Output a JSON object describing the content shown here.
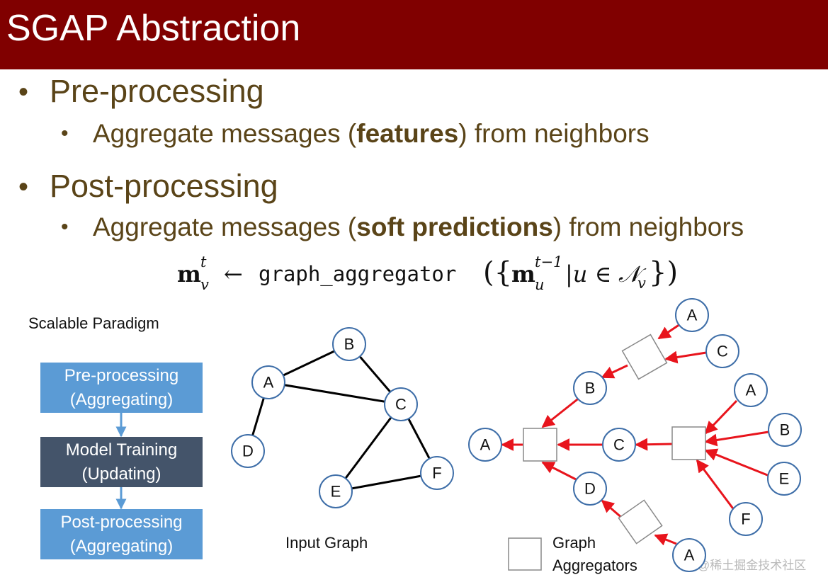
{
  "slide": {
    "title": "SGAP Abstraction",
    "bullets": [
      {
        "text": "Pre-processing",
        "sub": {
          "before": "Aggregate messages (",
          "bold": "features",
          "after": ") from neighbors"
        }
      },
      {
        "text": "Post-processing",
        "sub": {
          "before": "Aggregate messages (",
          "bold": "soft predictions",
          "after": ") from neighbors"
        }
      }
    ],
    "formula": {
      "lhs_base": "m",
      "lhs_sup": "t",
      "lhs_sub": "v",
      "arrow": "←",
      "func": "graph_aggregator",
      "open": "({",
      "arg_base": "m",
      "arg_sup": "t−1",
      "arg_sub": "u",
      "cond": "|u ∈ ",
      "set": "𝒩",
      "set_sub": "v",
      "close": "})"
    }
  },
  "paradigm": {
    "label": "Scalable Paradigm",
    "steps": [
      {
        "line1": "Pre-processing",
        "line2": "(Aggregating)",
        "color": "#5b9bd5"
      },
      {
        "line1": "Model Training",
        "line2": "(Updating)",
        "color": "#44546a"
      },
      {
        "line1": "Post-processing",
        "line2": "(Aggregating)",
        "color": "#5b9bd5"
      }
    ],
    "arrow_color": "#5b9bd5"
  },
  "input_graph": {
    "caption": "Input Graph",
    "nodes": [
      "A",
      "B",
      "C",
      "D",
      "E",
      "F"
    ]
  },
  "aggregation_tree": {
    "legend_line1": "Graph",
    "legend_line2": "Aggregators",
    "root": "A",
    "level1": [
      "B",
      "C",
      "D"
    ],
    "b_children": [
      "A",
      "C"
    ],
    "c_children": [
      "A",
      "B",
      "E",
      "F"
    ],
    "d_children": [
      "A"
    ],
    "edge_color": "#e8141c"
  },
  "watermark": "@稀土掘金技术社区"
}
